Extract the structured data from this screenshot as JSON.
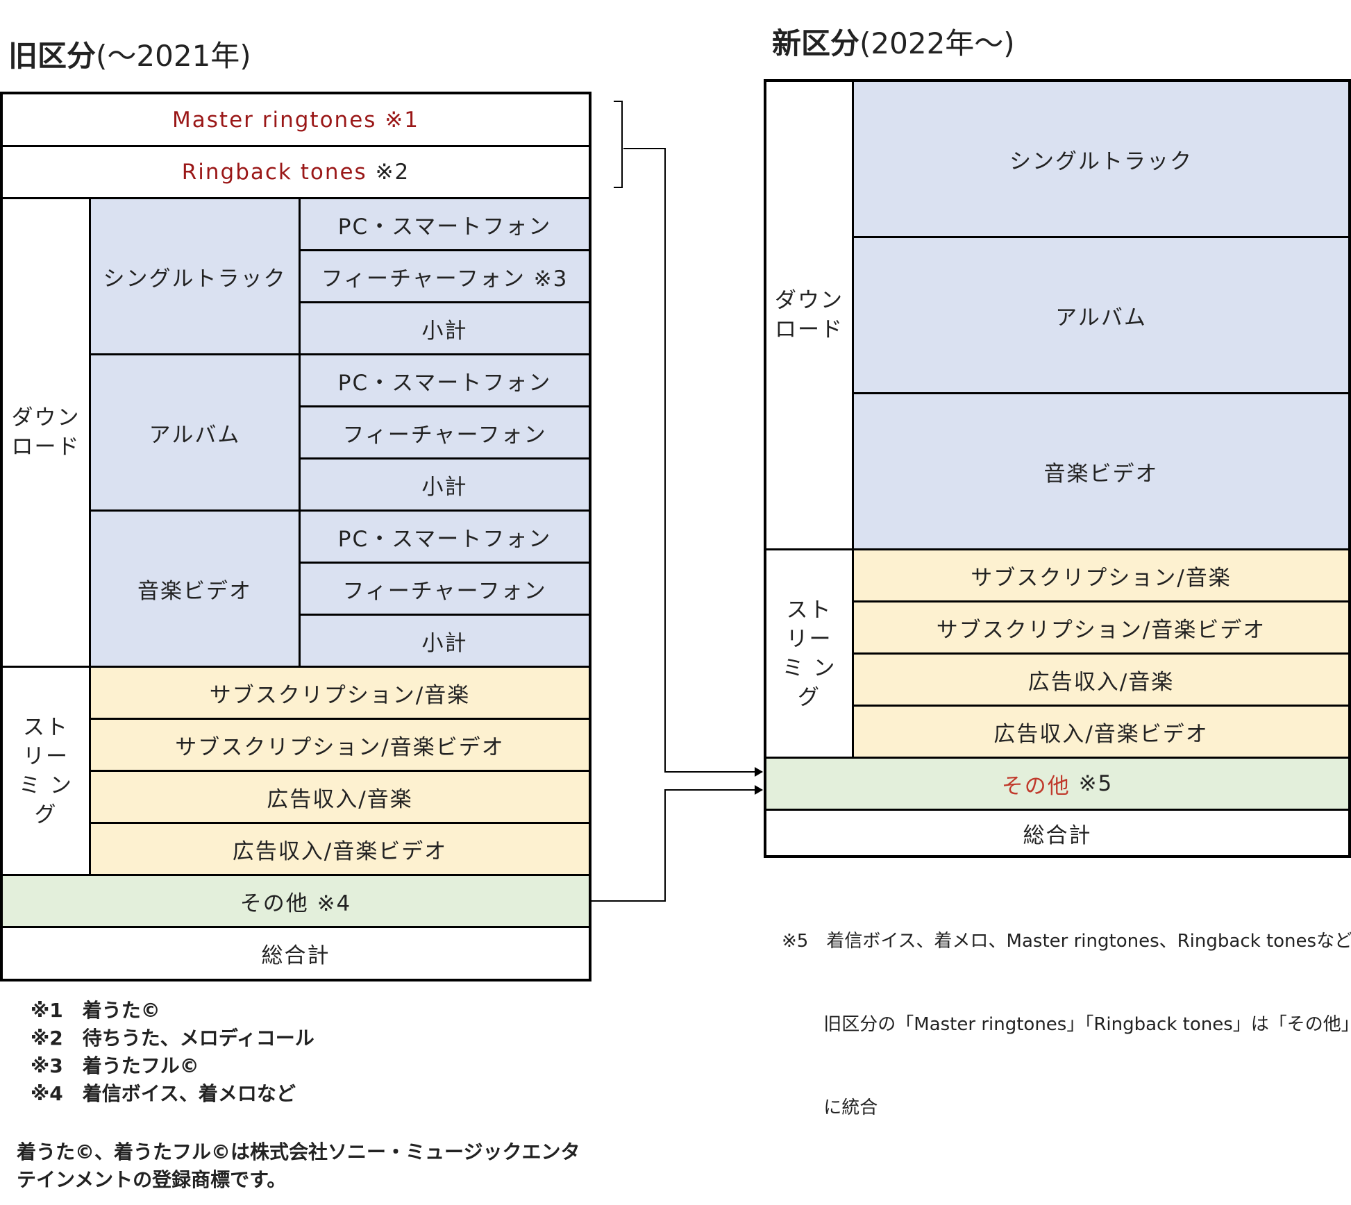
{
  "old_table": {
    "title": "旧区分",
    "title_sub": "(～2021年)",
    "master_ringtones": "Master ringtones",
    "master_ringtones_mark": "※1",
    "ringback_tones": "Ringback tones",
    "ringback_tones_mark": "※2",
    "download_label": "ダウン ロード",
    "single_track": "シングルトラック",
    "single_pc": "PC・スマートフォン",
    "single_feature": "フィーチャーフォン ※3",
    "single_subtotal": "小計",
    "album": "アルバム",
    "album_pc": "PC・スマートフォン",
    "album_feature": "フィーチャーフォン",
    "album_subtotal": "小計",
    "video": "音楽ビデオ",
    "video_pc": "PC・スマートフォン",
    "video_feature": "フィーチャーフォン",
    "video_subtotal": "小計",
    "streaming_label": "スト リーミ ング",
    "sub_music": "サブスクリプション/音楽",
    "sub_video": "サブスクリプション/音楽ビデオ",
    "ad_music": "広告収入/音楽",
    "ad_video": "広告収入/音楽ビデオ",
    "other": "その他 ※4",
    "total": "総合計"
  },
  "old_notes": [
    "※1　着うた©",
    "※2　待ちうた、メロディコール",
    "※3　着うたフル©",
    "※4　着信ボイス、着メロなど"
  ],
  "trademark_note": [
    "着うた©、着うたフル©は株式会社ソニー・ミュージックエンタ",
    "テインメントの登録商標です。"
  ],
  "new_table": {
    "title": "新区分",
    "title_sub": "(2022年～)",
    "download_label": "ダウン ロード",
    "single_track": "シングルトラック",
    "album": "アルバム",
    "video": "音楽ビデオ",
    "streaming_label": "スト リーミ ング",
    "sub_music": "サブスクリプション/音楽",
    "sub_video": "サブスクリプション/音楽ビデオ",
    "ad_music": "広告収入/音楽",
    "ad_video": "広告収入/音楽ビデオ",
    "other": "その他",
    "other_mark": "※5",
    "total": "総合計"
  },
  "new_notes": [
    "※5　着信ボイス、着メロ、Master ringtones、Ringback tonesなど",
    "　　 旧区分の「Master ringtones」「Ringback tones」は「その他」",
    "　　 に統合"
  ],
  "colors": {
    "download_bg": "#dae1f1",
    "streaming_bg": "#fdf1d0",
    "other_bg": "#e3efdb",
    "accent_red": "#9a1717"
  }
}
